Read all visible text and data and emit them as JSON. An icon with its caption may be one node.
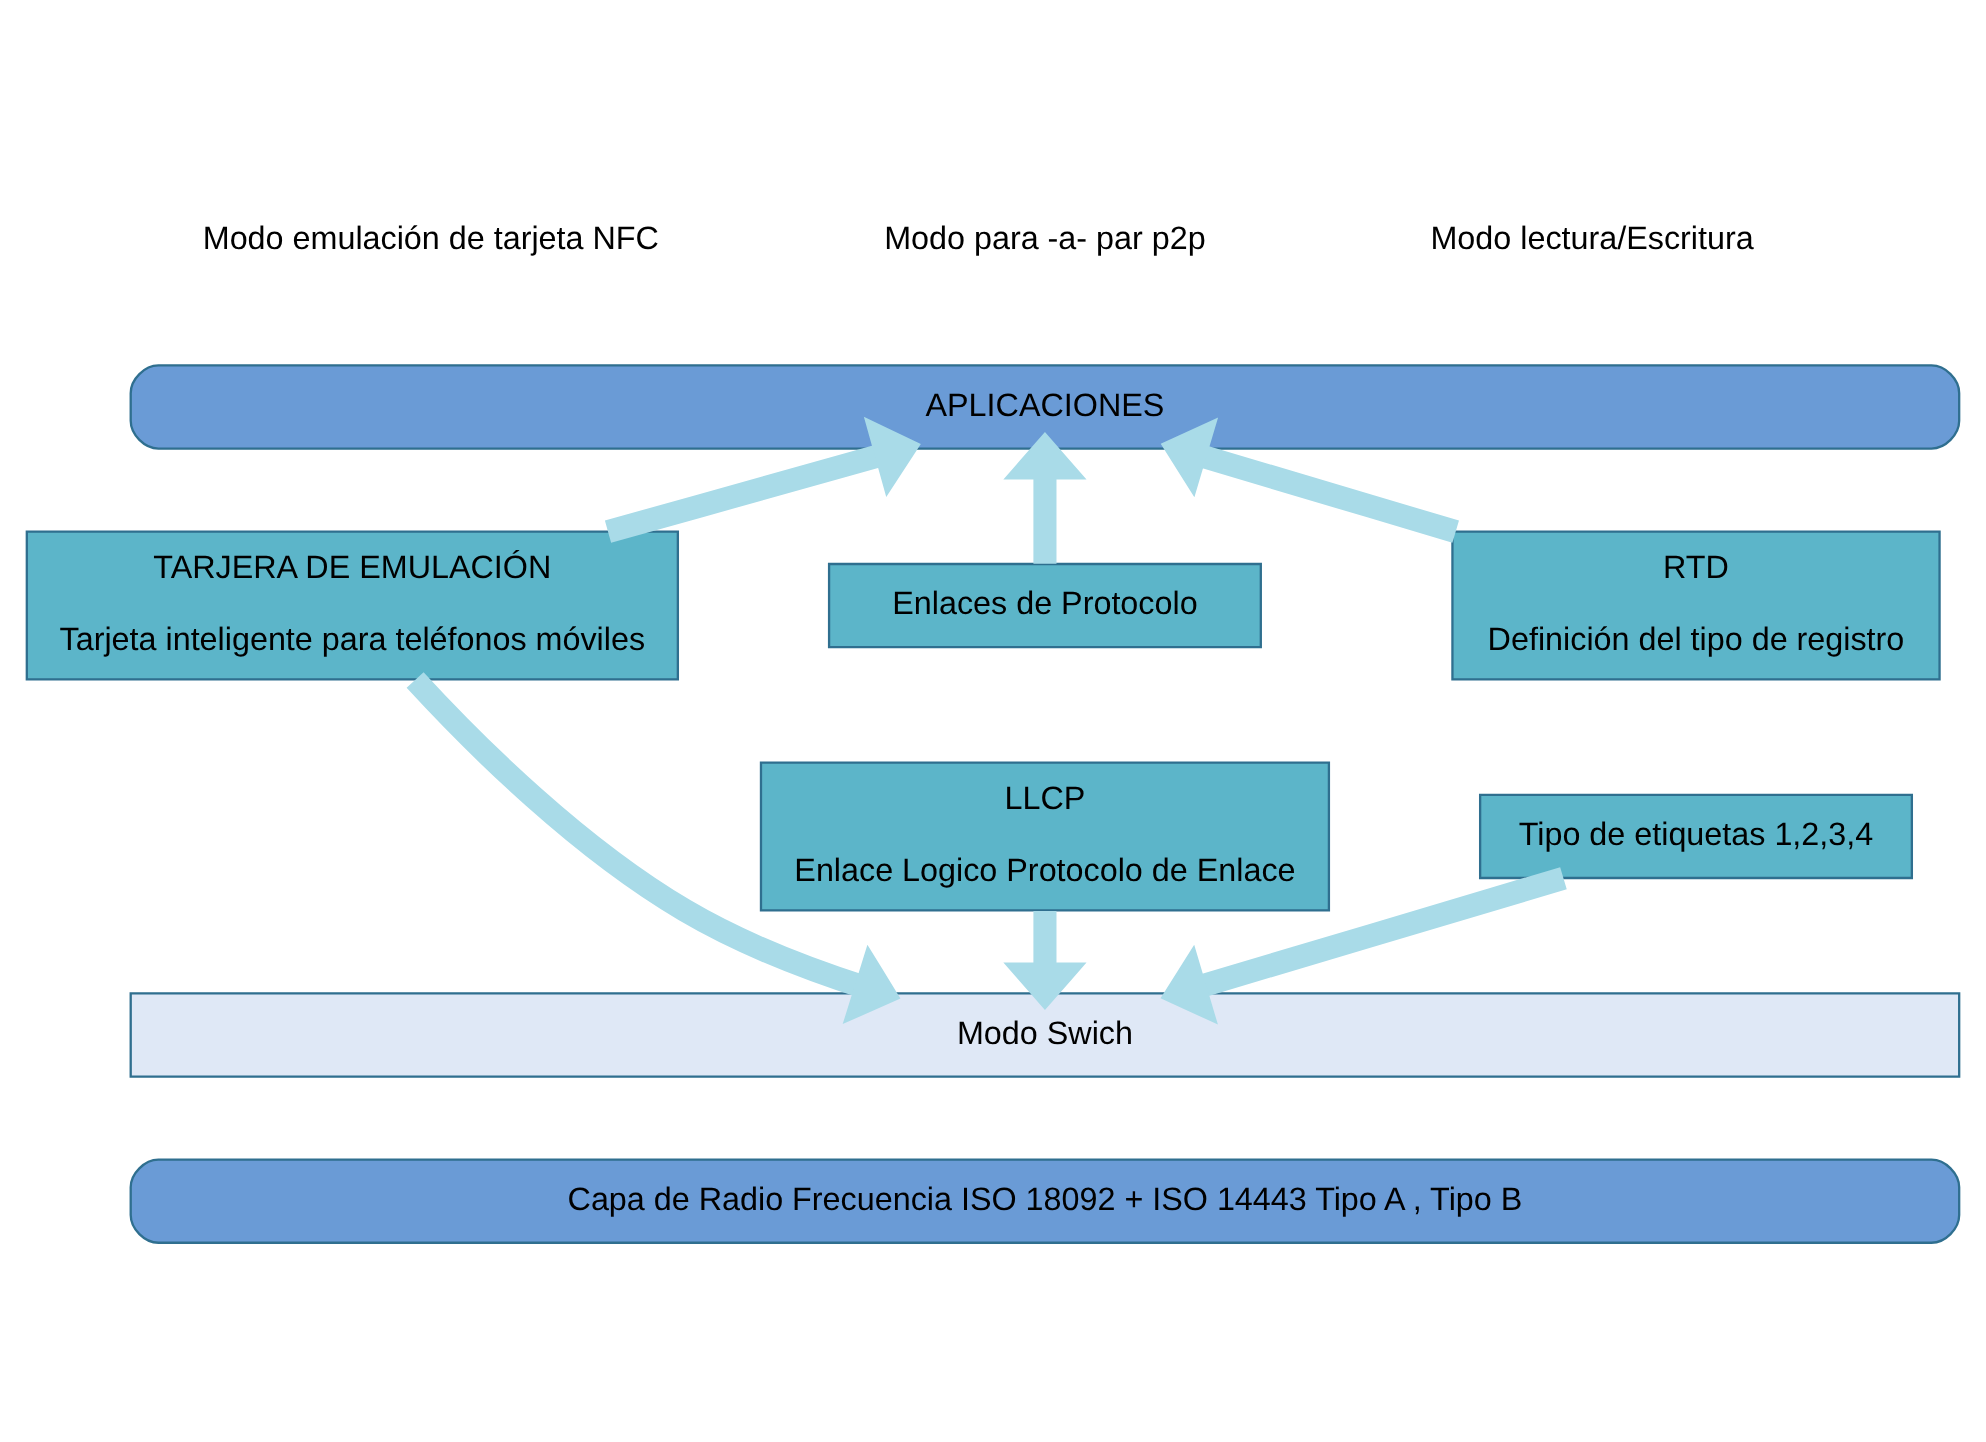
{
  "diagram": {
    "nodes": [
      {
        "text": [
          "APLICACIONES"
        ]
      },
      {
        "text": [
          "TARJERA DE EMULACIÓN",
          "Tarjeta inteligente para teléfonos móviles"
        ]
      },
      {
        "text": [
          "Enlaces de Protocolo"
        ]
      },
      {
        "text": [
          "LLCP",
          "Enlace Logico Protocolo de Enlace"
        ]
      },
      {
        "text": [
          "RTD",
          "Definición del tipo de registro"
        ]
      },
      {
        "text": [
          "Tipo de etiquetas 1,2,3,4"
        ]
      },
      {
        "text": [
          "Modo Swich"
        ]
      },
      {
        "text": [
          "Capa de Radio Frecuencia ISO 18092 + ISO 14443 Tipo A , Tipo B"
        ]
      }
    ],
    "edges": [
      {
        "from": 1,
        "to": 0,
        "arrow": "to"
      },
      {
        "from": 2,
        "to": 0,
        "arrow": "to"
      },
      {
        "from": 4,
        "to": 0,
        "arrow": "to"
      },
      {
        "from": 1,
        "to": 6,
        "arrow": "to"
      },
      {
        "from": 3,
        "to": 6,
        "arrow": "to"
      },
      {
        "from": 5,
        "to": 6,
        "arrow": "to"
      }
    ],
    "labels": [
      "Modo emulación de tarjeta NFC",
      "Modo para -a- par p2p",
      "Modo lectura/Escritura"
    ]
  }
}
